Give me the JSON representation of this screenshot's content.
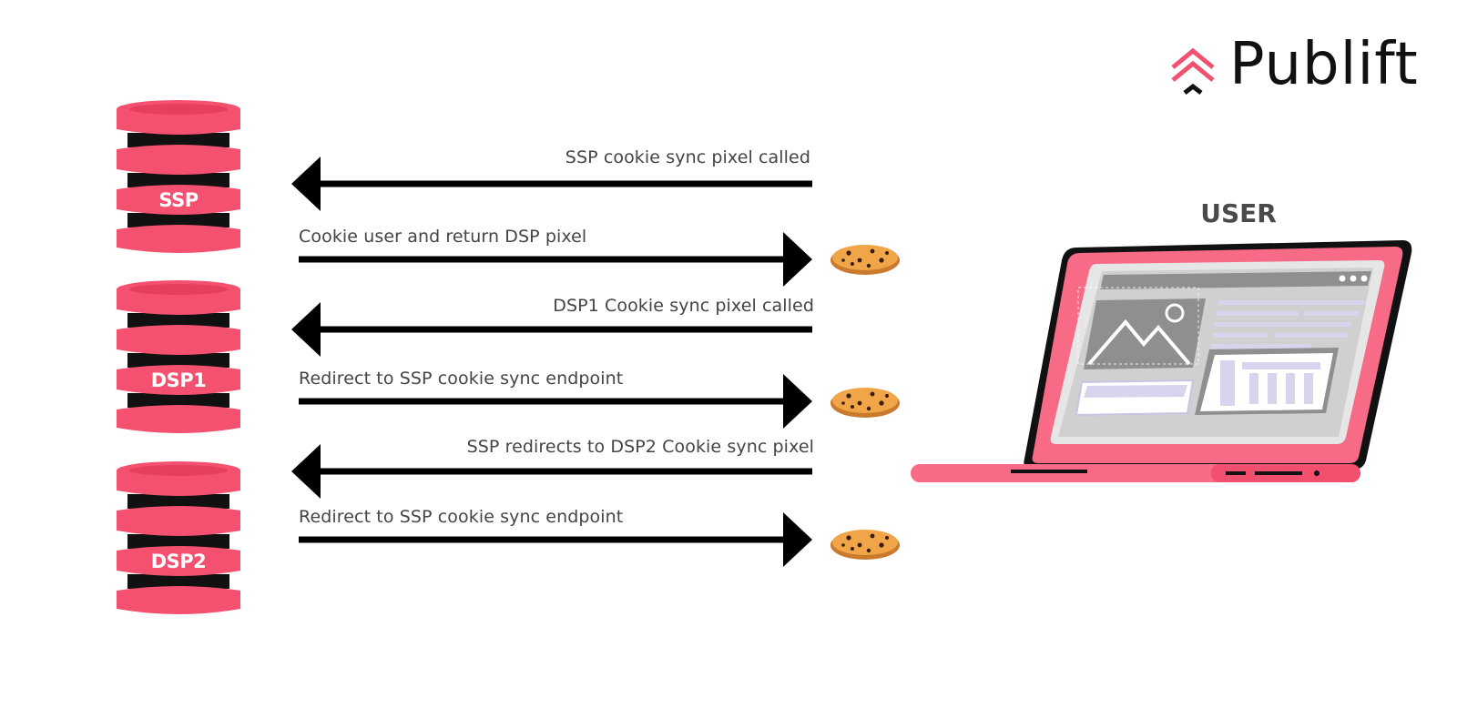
{
  "brand": {
    "name": "Publift",
    "icon": "chevron-up-logo-icon",
    "accent": "#f0516e"
  },
  "user": {
    "label": "USER"
  },
  "servers": [
    {
      "label": "SSP"
    },
    {
      "label": "DSP1"
    },
    {
      "label": "DSP2"
    }
  ],
  "messages": [
    {
      "text": "SSP cookie sync pixel called",
      "direction": "left"
    },
    {
      "text": "Cookie user and return DSP pixel",
      "direction": "right",
      "cookie": true
    },
    {
      "text": "DSP1 Cookie sync pixel called",
      "direction": "left"
    },
    {
      "text": "Redirect to SSP cookie sync endpoint",
      "direction": "right",
      "cookie": true
    },
    {
      "text": "SSP redirects to DSP2 Cookie sync pixel",
      "direction": "left"
    },
    {
      "text": "Redirect to SSP cookie sync endpoint",
      "direction": "right",
      "cookie": true
    }
  ],
  "colors": {
    "server_pink": "#f4506f",
    "server_dark": "#111111",
    "laptop_pink": "#f76b86",
    "screen_gray": "#8f8f8f",
    "screen_light": "#e6e6e6",
    "content_lilac": "#d8d4ee"
  }
}
